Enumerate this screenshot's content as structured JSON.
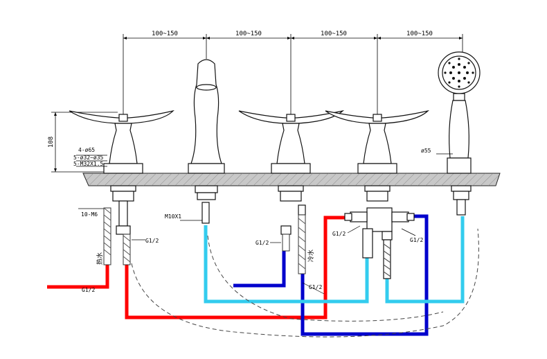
{
  "dimensions": {
    "spacing": [
      "100~150",
      "100~150",
      "100~150",
      "100~150"
    ],
    "height": "108"
  },
  "labels": {
    "hole_dia": "4-ø65",
    "deck_hole": "5-ø32~ø35",
    "thread": "5-M32X1.5",
    "nut": "10-M6",
    "inlet_left": "G1/2",
    "spout_thread": "M10X1",
    "inlet_mid": "G1/2",
    "inlet_cold": "G1/2",
    "diverter_left": "G1/2",
    "diverter_right": "G1/2",
    "handshower_dia": "ø55",
    "hot_water": "热水",
    "cold_water": "冷水",
    "hot_pipe_text": "G1/2"
  },
  "pipe_colors": {
    "hot": "#ff0000",
    "cold": "#0000cc",
    "mixed": "#33ccee"
  },
  "icons": {
    "handles": "lever-handle-icon",
    "spout": "bath-spout-icon",
    "handshower": "hand-shower-icon",
    "diverter": "diverter-valve-icon"
  }
}
